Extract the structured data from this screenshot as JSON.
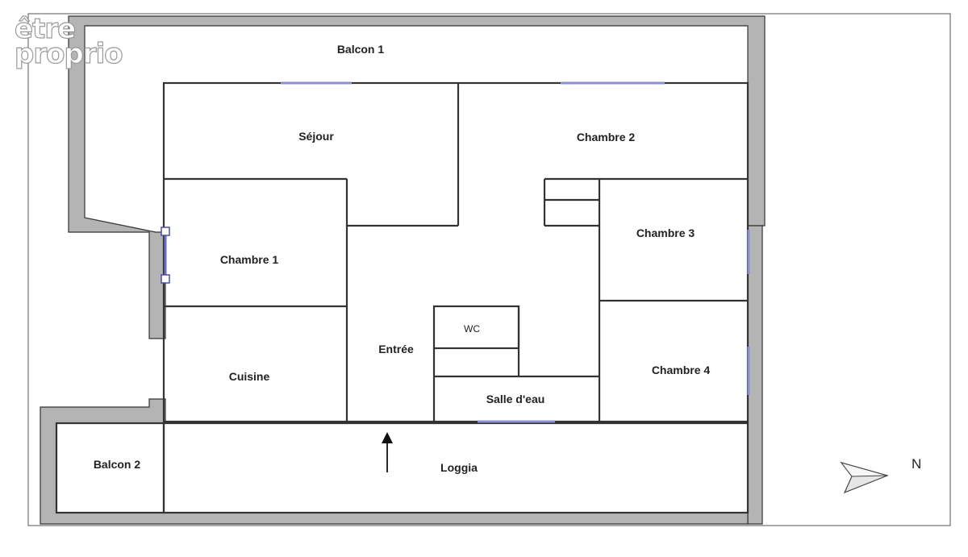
{
  "logo": {
    "line1": "être",
    "line2": "proprio"
  },
  "rooms": {
    "balcon1": "Balcon 1",
    "sejour": "Séjour",
    "chambre2": "Chambre 2",
    "chambre1": "Chambre 1",
    "chambre3": "Chambre 3",
    "chambre4": "Chambre 4",
    "entree": "Entrée",
    "wc": "WC",
    "cuisine": "Cuisine",
    "salle_deau": "Salle d'eau",
    "balcon2": "Balcon 2",
    "loggia": "Loggia"
  },
  "compass": {
    "label": "N"
  },
  "colors": {
    "wall_fill": "#b4b4b4",
    "wall_line": "#333333",
    "window": "#8a8fd6"
  }
}
